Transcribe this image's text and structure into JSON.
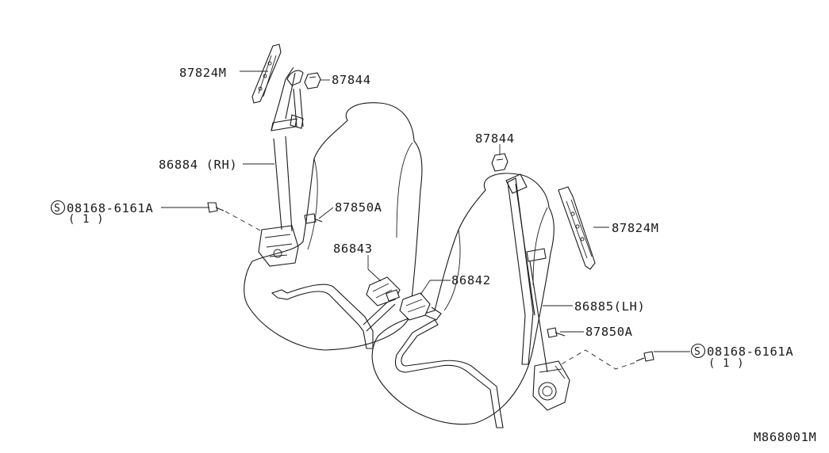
{
  "callouts": {
    "rh_guide": "87824M",
    "rh_cover": "87844",
    "rh_belt": "86884 (RH)",
    "rh_bolt_part": "08168-6161A",
    "rh_bolt_qty": "( 1 )",
    "rh_bolt2": "87850A",
    "rh_buckle": "86843",
    "lh_buckle": "86842",
    "lh_cover": "87844",
    "lh_guide": "87824M",
    "lh_belt": "86885(LH)",
    "lh_bolt2": "87850A",
    "lh_bolt_part": "08168-6161A",
    "lh_bolt_qty": "( 1 )"
  },
  "standard_part_symbol": "S",
  "diagram_code": "M868001M"
}
